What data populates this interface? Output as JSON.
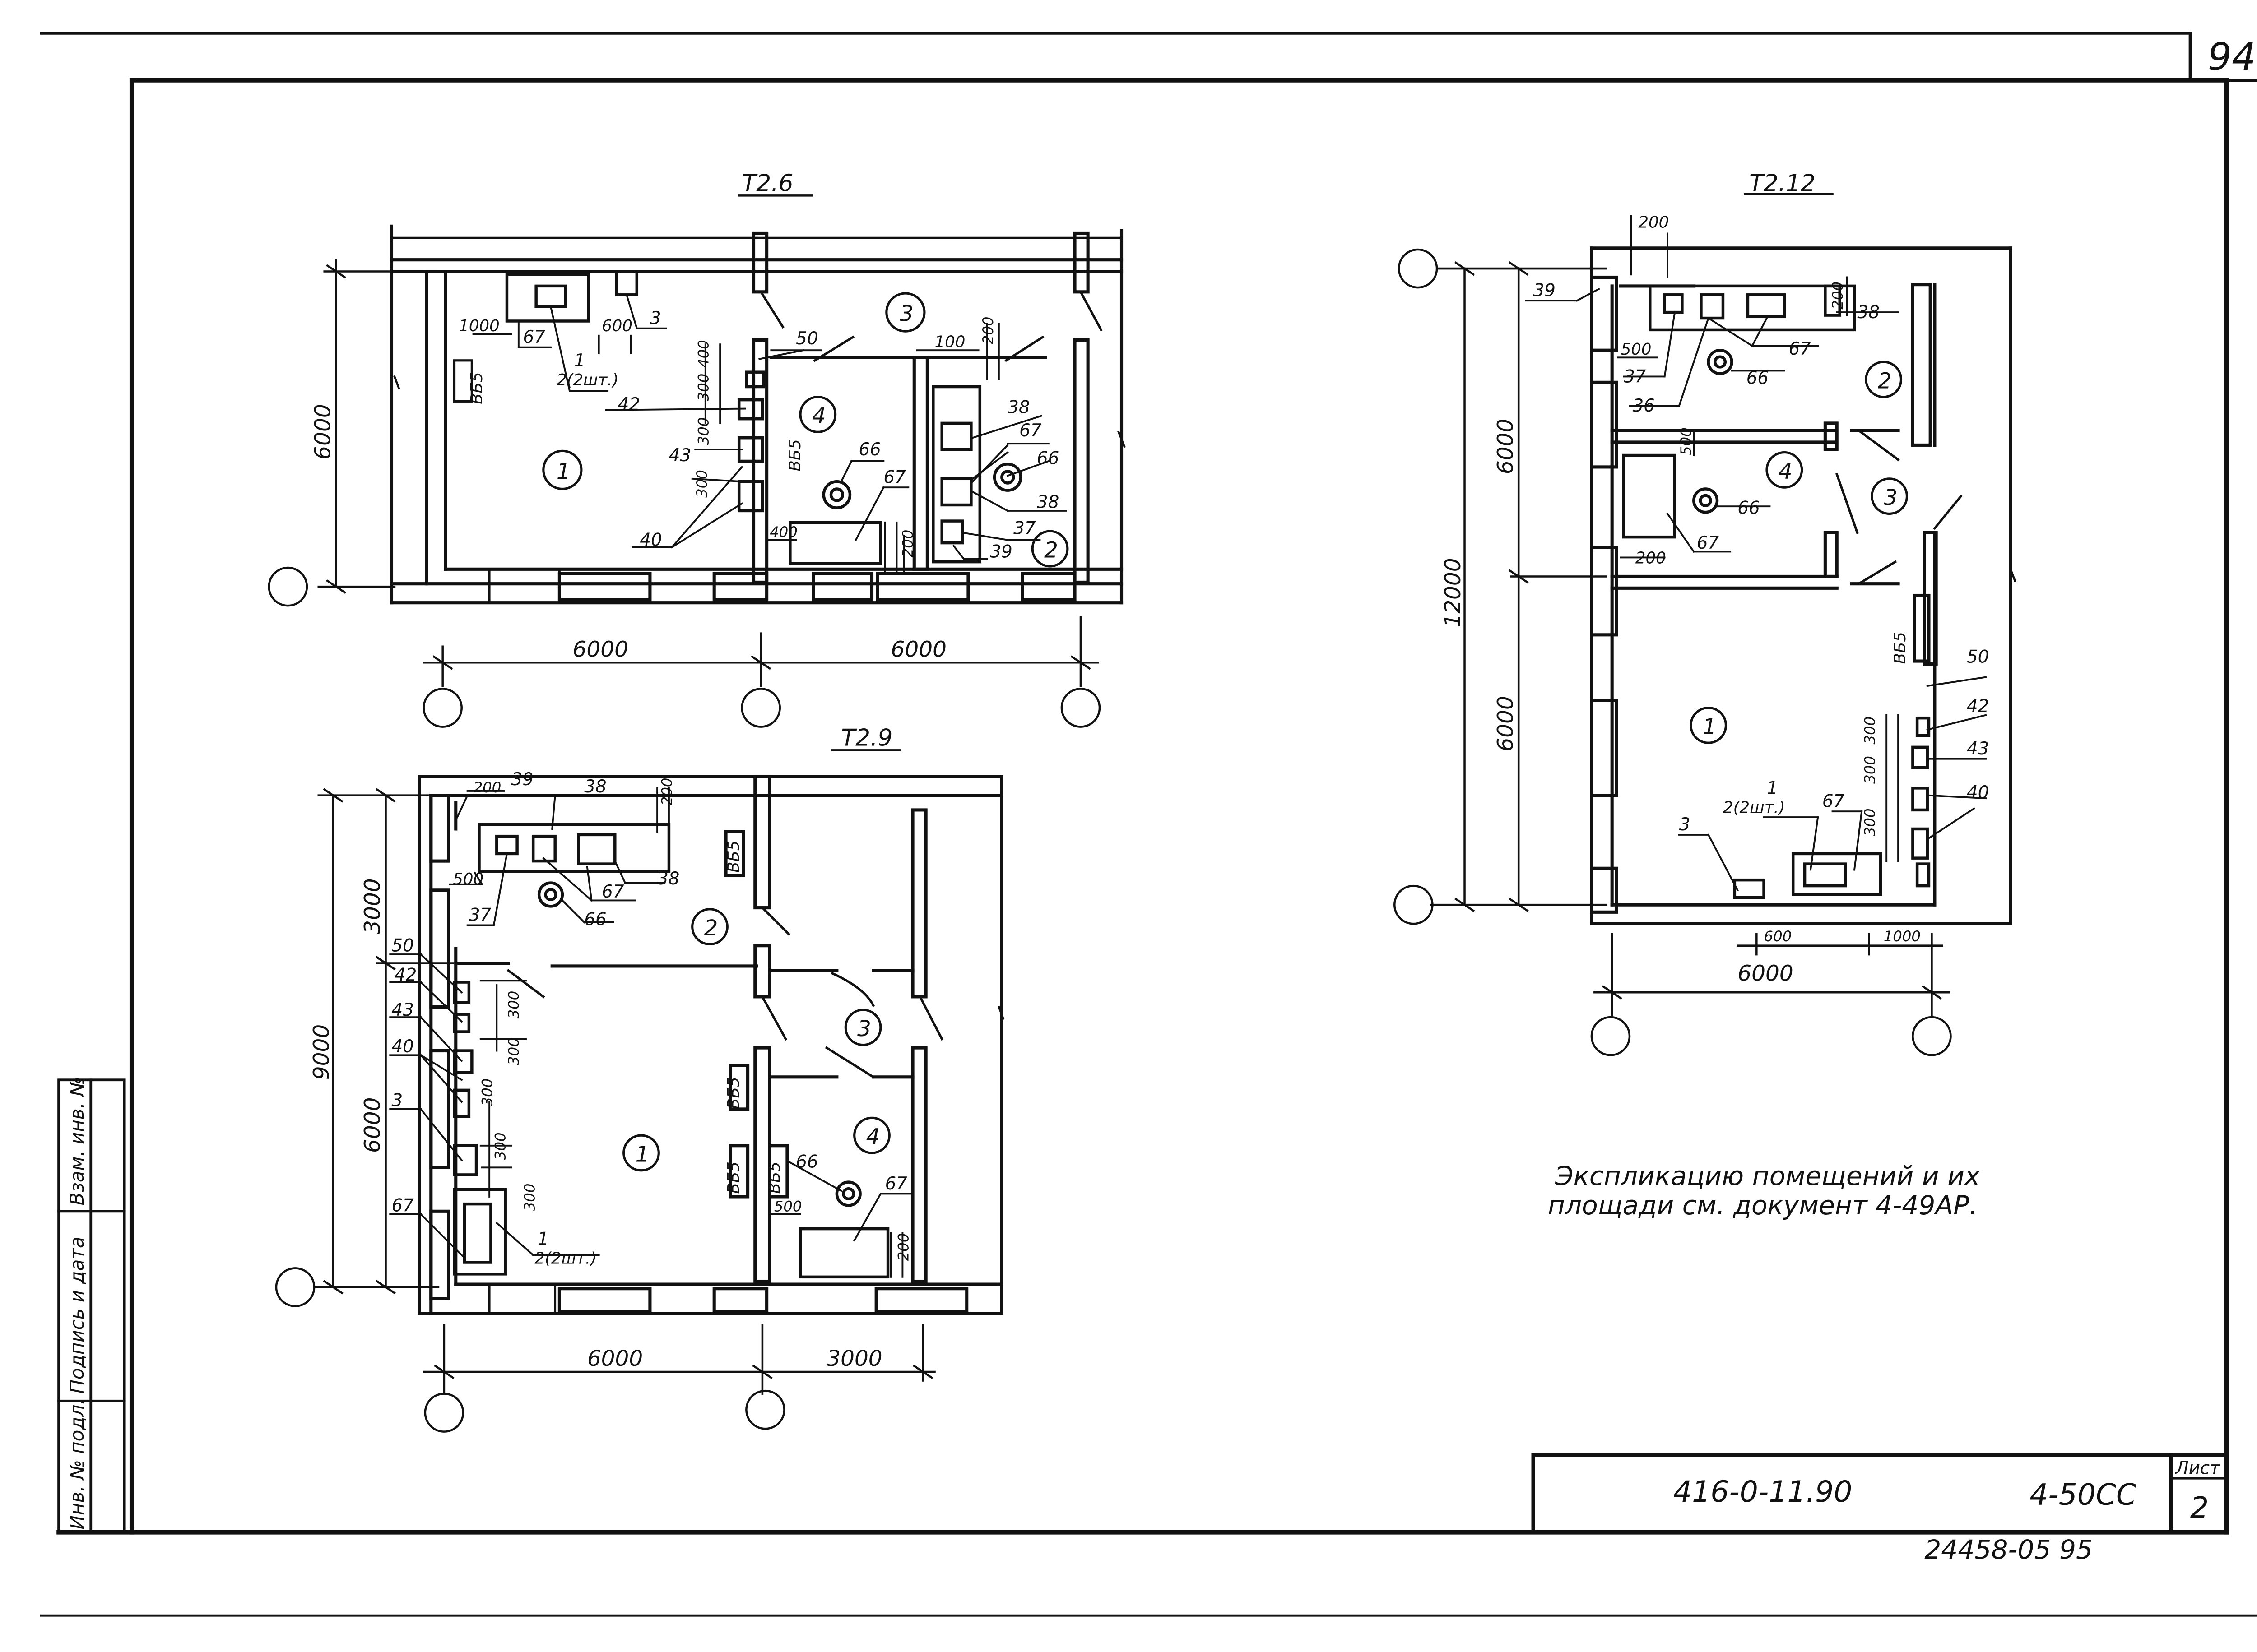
{
  "sheet": {
    "page_number": "94",
    "note_line1": "Экспликацию помещений и их",
    "note_line2": "площади см. документ 4-49АР.",
    "footer_stamp": "24458-05 95"
  },
  "title_block": {
    "doc_code": "416-0-11.90",
    "album": "4-50СС",
    "sheet_label": "Лист",
    "sheet_number": "2"
  },
  "side_stamp": {
    "inv_podl": "Инв. № подл.",
    "signature_date": "Подпись и дата",
    "vzam_inv": "Взам. инв. №"
  },
  "plans": {
    "t26": {
      "title": "Т2.6",
      "dim_height": "6000",
      "dim_left": "6000",
      "dim_right": "6000",
      "rooms": [
        "1",
        "2",
        "3",
        "4"
      ],
      "labels": {
        "l67": "67",
        "l1000": "1000",
        "l600": "600",
        "l3": "3",
        "l1": "1",
        "l2sht": "2(2шт.)",
        "l42": "42",
        "l50": "50",
        "l100": "100",
        "l200a": "200",
        "l400": "400",
        "l300a": "300",
        "l300b": "300",
        "l300c": "300",
        "l43": "43",
        "l40": "40",
        "l66a": "66",
        "l67b": "67",
        "l38a": "38",
        "l67c": "67",
        "l66b": "66",
        "l38b": "38",
        "l37": "37",
        "l39": "39",
        "l400b": "400",
        "l200b": "200",
        "vb5a": "ВБ5",
        "vb5b": "ВБ5"
      }
    },
    "t212": {
      "title": "Т2.12",
      "dim_total": "12000",
      "dim_top": "6000",
      "dim_bottom": "6000",
      "dim_width": "6000",
      "rooms": [
        "1",
        "2",
        "3",
        "4"
      ],
      "labels": {
        "l200top": "200",
        "l39": "39",
        "l200b": "200",
        "l38": "38",
        "l500": "500",
        "l67": "67",
        "l37": "37",
        "l36": "36",
        "l66": "66",
        "l500b": "500",
        "l66b": "66",
        "l67b": "67",
        "l200c": "200",
        "vb5": "ВБ5",
        "l50": "50",
        "l42": "42",
        "l43": "43",
        "l40": "40",
        "l300a": "300",
        "l300b": "300",
        "l300c": "300",
        "l1": "1",
        "l2sht": "2(2шт.)",
        "l67c": "67",
        "l3": "3",
        "l600": "600",
        "l1000": "1000"
      }
    },
    "t29": {
      "title": "Т2.9",
      "dim_total": "9000",
      "dim_top": "3000",
      "dim_bottom": "6000",
      "dim_left": "6000",
      "dim_right": "3000",
      "rooms": [
        "1",
        "2",
        "3",
        "4"
      ],
      "labels": {
        "l200": "200",
        "l39": "39",
        "l38": "38",
        "l200b": "200",
        "l500": "500",
        "l37": "37",
        "l67": "67",
        "l38b": "38",
        "l66": "66",
        "vb5a": "ВБ5",
        "l50": "50",
        "l42": "42",
        "l43": "43",
        "l40": "40",
        "l3": "3",
        "l67b": "67",
        "l300a": "300",
        "l300b": "300",
        "l300c": "300",
        "l300d": "300",
        "l300e": "300",
        "l1": "1",
        "l2sht": "2(2шт.)",
        "vb5b": "ВБ5",
        "vb5c": "ВБ5",
        "vb5d": "ВБ5",
        "l66b": "66",
        "l500b": "500",
        "l67c": "67",
        "l200c": "200"
      }
    }
  }
}
